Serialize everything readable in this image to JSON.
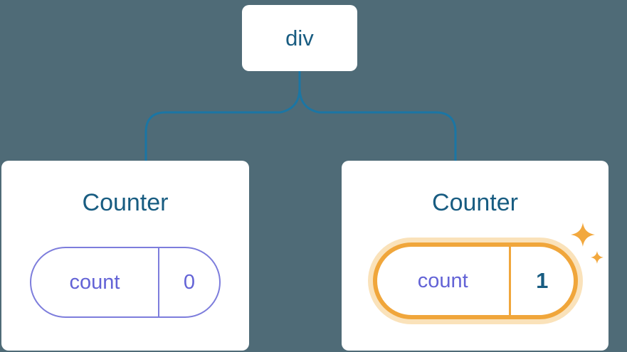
{
  "diagram": {
    "root": {
      "label": "div"
    },
    "children": [
      {
        "title": "Counter",
        "state": {
          "key": "count",
          "value": "0"
        },
        "highlighted": false
      },
      {
        "title": "Counter",
        "state": {
          "key": "count",
          "value": "1"
        },
        "highlighted": true
      }
    ]
  },
  "colors": {
    "background": "#4F6B77",
    "card_background": "#FFFFFF",
    "heading_text": "#185C81",
    "connector_line": "#1B76A4",
    "state_purple": "#6363D6",
    "state_pill_border": "#7D7DDC",
    "highlight_orange": "#F0A63B",
    "highlight_glow": "#F6CA82",
    "sparkle": "#F2A83E"
  }
}
